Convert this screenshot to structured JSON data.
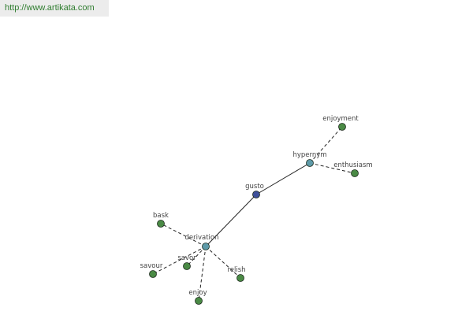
{
  "watermark": {
    "url_text": "http://www.artikata.com"
  },
  "colors": {
    "center_node": "#3e4f9a",
    "relation_node": "#5e9aa8",
    "leaf_node": "#4a8a45",
    "edge": "#222222",
    "watermark_text": "#2f7d2f",
    "watermark_bg": "#ececec"
  },
  "graph": {
    "center": {
      "id": "gusto",
      "label": "gusto"
    },
    "relations": [
      {
        "id": "hypernym",
        "label": "hypernym",
        "leaves": [
          {
            "id": "enjoyment",
            "label": "enjoyment"
          },
          {
            "id": "enthusiasm",
            "label": "enthusiasm"
          }
        ]
      },
      {
        "id": "derivation",
        "label": "derivation",
        "leaves": [
          {
            "id": "bask",
            "label": "bask"
          },
          {
            "id": "savour",
            "label": "savour"
          },
          {
            "id": "savor",
            "label": "savor"
          },
          {
            "id": "enjoy",
            "label": "enjoy"
          },
          {
            "id": "relish",
            "label": "relish"
          }
        ]
      }
    ]
  }
}
